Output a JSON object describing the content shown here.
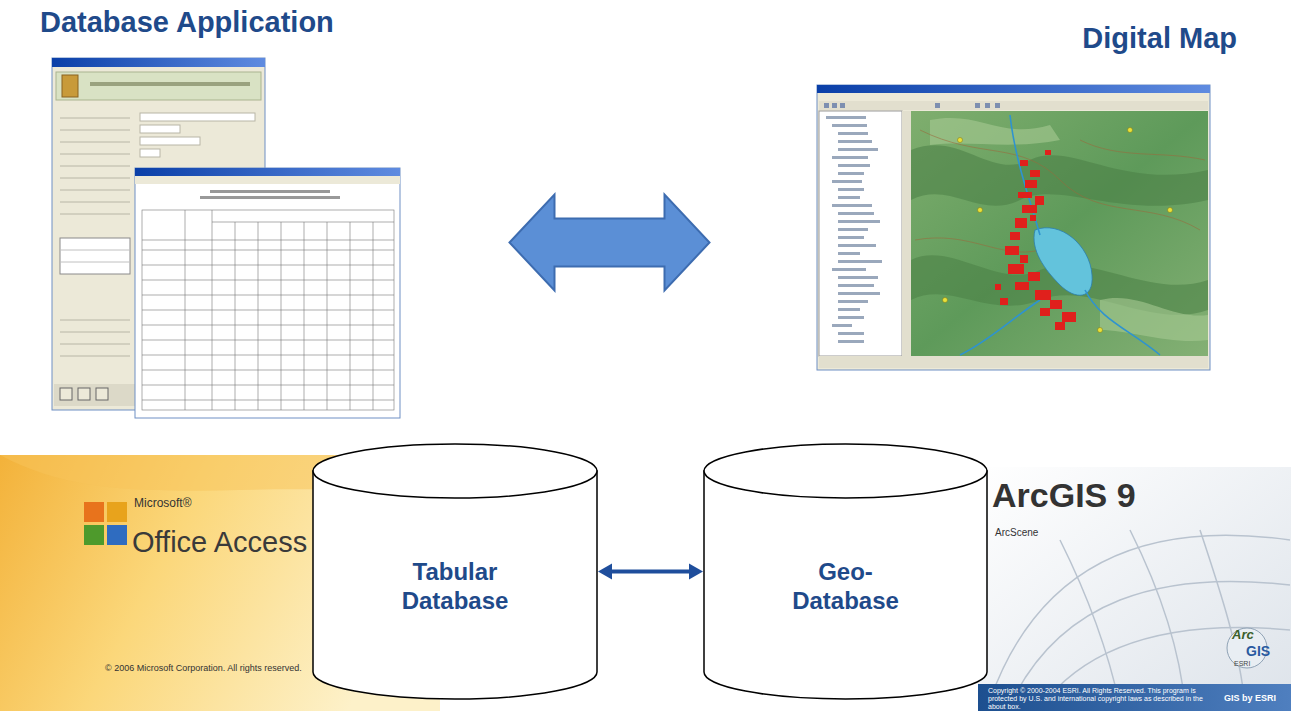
{
  "diagram": {
    "nodes": [
      {
        "text": [
          "Database Application"
        ]
      },
      {
        "text": [
          "Digital Map"
        ]
      },
      {
        "text": [
          "Tabular Database"
        ]
      },
      {
        "text": [
          "Geo- Database"
        ]
      }
    ],
    "edges": [
      {
        "from": 0,
        "to": 1,
        "arrow": "both"
      },
      {
        "from": 2,
        "to": 3,
        "arrow": "both"
      }
    ],
    "labels": [
      "Microsoft®",
      "Office Access",
      "© 2006 Microsoft Corporation. All rights reserved.",
      "ArcGIS 9",
      "ArcScene",
      "Arc",
      "GIS",
      "ESRI",
      "Copyright © 2000-2004 ESRI. All Rights Reserved. This program is protected by U.S. and international copyright laws as described in the about box.",
      "GIS by ESRI"
    ]
  }
}
